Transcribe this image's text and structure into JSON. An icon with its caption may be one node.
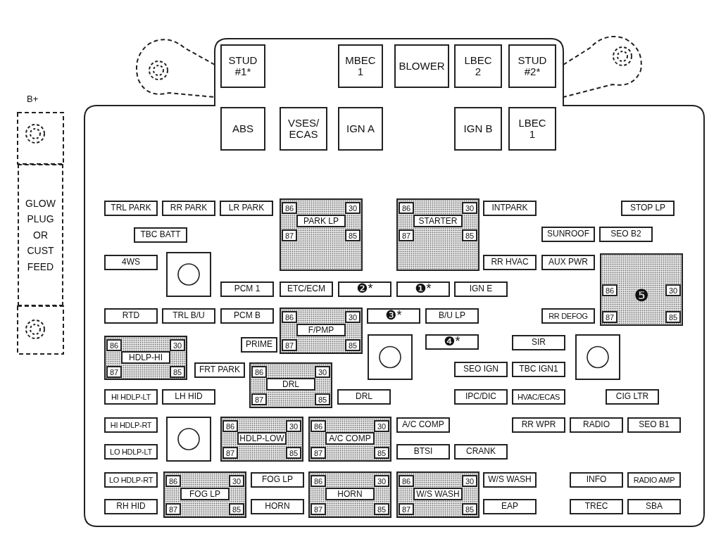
{
  "diagram": {
    "nodes": [
      {
        "text": [
          "STUD #1*"
        ]
      },
      {
        "text": [
          "MBEC 1"
        ]
      },
      {
        "text": [
          "BLOWER"
        ]
      },
      {
        "text": [
          "LBEC 2"
        ]
      },
      {
        "text": [
          "STUD #2*"
        ]
      },
      {
        "text": [
          "ABS"
        ]
      },
      {
        "text": [
          "VSES/ ECAS"
        ]
      },
      {
        "text": [
          "IGN A"
        ]
      },
      {
        "text": [
          "IGN B"
        ]
      },
      {
        "text": [
          "LBEC 1"
        ]
      },
      {
        "text": [
          "GLOW PLUG OR CUST FEED"
        ]
      },
      {
        "text": [
          "TRL PARK"
        ]
      },
      {
        "text": [
          "RR PARK"
        ]
      },
      {
        "text": [
          "LR PARK"
        ]
      },
      {
        "text": [
          "PARK LP"
        ]
      },
      {
        "text": [
          "86"
        ],
        "in": 14
      },
      {
        "text": [
          "30"
        ],
        "in": 14
      },
      {
        "text": [
          "87"
        ],
        "in": 14
      },
      {
        "text": [
          "85"
        ],
        "in": 14
      },
      {
        "text": [
          "STARTER"
        ]
      },
      {
        "text": [
          "86"
        ],
        "in": 19
      },
      {
        "text": [
          "30"
        ],
        "in": 19
      },
      {
        "text": [
          "87"
        ],
        "in": 19
      },
      {
        "text": [
          "85"
        ],
        "in": 19
      },
      {
        "text": [
          "INTPARK"
        ]
      },
      {
        "text": [
          "STOP LP"
        ]
      },
      {
        "text": [
          "TBC BATT"
        ]
      },
      {
        "text": [
          "SUNROOF"
        ]
      },
      {
        "text": [
          "SEO B2"
        ]
      },
      {
        "text": [
          "4WS"
        ]
      },
      {
        "text": [],
        "shape": "box"
      },
      {
        "text": [
          "RR HVAC"
        ]
      },
      {
        "text": [
          "AUX PWR"
        ]
      },
      {
        "text": [
          "❺"
        ]
      },
      {
        "text": [
          "86"
        ],
        "in": 33
      },
      {
        "text": [
          "30"
        ],
        "in": 33
      },
      {
        "text": [
          "87"
        ],
        "in": 33
      },
      {
        "text": [
          "85"
        ],
        "in": 33
      },
      {
        "text": [
          "PCM 1"
        ]
      },
      {
        "text": [
          "ETC/ECM"
        ]
      },
      {
        "text": [
          "❷*"
        ]
      },
      {
        "text": [
          "❶*"
        ]
      },
      {
        "text": [
          "IGN E"
        ]
      },
      {
        "text": [
          "RTD"
        ]
      },
      {
        "text": [
          "TRL B/U"
        ]
      },
      {
        "text": [
          "PCM B"
        ]
      },
      {
        "text": [
          "F/PMP"
        ]
      },
      {
        "text": [
          "86"
        ],
        "in": 46
      },
      {
        "text": [
          "30"
        ],
        "in": 46
      },
      {
        "text": [
          "87"
        ],
        "in": 46
      },
      {
        "text": [
          "85"
        ],
        "in": 46
      },
      {
        "text": [
          "❸*"
        ]
      },
      {
        "text": [
          "B/U LP"
        ]
      },
      {
        "text": [
          "RR DEFOG"
        ]
      },
      {
        "text": [
          "HDLP-HI"
        ]
      },
      {
        "text": [
          "86"
        ],
        "in": 54
      },
      {
        "text": [
          "30"
        ],
        "in": 54
      },
      {
        "text": [
          "87"
        ],
        "in": 54
      },
      {
        "text": [
          "85"
        ],
        "in": 54
      },
      {
        "text": [
          "PRIME"
        ]
      },
      {
        "text": [],
        "shape": "box"
      },
      {
        "text": [
          "❹*"
        ]
      },
      {
        "text": [
          "SIR"
        ]
      },
      {
        "text": [],
        "shape": "box"
      },
      {
        "text": [
          "FRT PARK"
        ]
      },
      {
        "text": [
          "DRL"
        ]
      },
      {
        "text": [
          "86"
        ],
        "in": 65
      },
      {
        "text": [
          "30"
        ],
        "in": 65
      },
      {
        "text": [
          "87"
        ],
        "in": 65
      },
      {
        "text": [
          "85"
        ],
        "in": 65
      },
      {
        "text": [
          "SEO IGN"
        ]
      },
      {
        "text": [
          "TBC IGN1"
        ]
      },
      {
        "text": [
          "HI HDLP-LT"
        ]
      },
      {
        "text": [
          "LH HID"
        ]
      },
      {
        "text": [
          "DRL"
        ]
      },
      {
        "text": [
          "IPC/DIC"
        ]
      },
      {
        "text": [
          "HVAC/ECAS"
        ]
      },
      {
        "text": [
          "CIG LTR"
        ]
      },
      {
        "text": [
          "HI HDLP-RT"
        ]
      },
      {
        "text": [],
        "shape": "box"
      },
      {
        "text": [
          "HDLP-LOW"
        ]
      },
      {
        "text": [
          "86"
        ],
        "in": 80
      },
      {
        "text": [
          "30"
        ],
        "in": 80
      },
      {
        "text": [
          "87"
        ],
        "in": 80
      },
      {
        "text": [
          "85"
        ],
        "in": 80
      },
      {
        "text": [
          "A/C COMP"
        ]
      },
      {
        "text": [
          "86"
        ],
        "in": 85
      },
      {
        "text": [
          "30"
        ],
        "in": 85
      },
      {
        "text": [
          "87"
        ],
        "in": 85
      },
      {
        "text": [
          "85"
        ],
        "in": 85
      },
      {
        "text": [
          "A/C COMP"
        ]
      },
      {
        "text": [
          "RR WPR"
        ]
      },
      {
        "text": [
          "RADIO"
        ]
      },
      {
        "text": [
          "SEO B1"
        ]
      },
      {
        "text": [
          "LO HDLP-LT"
        ]
      },
      {
        "text": [
          "BTSI"
        ]
      },
      {
        "text": [
          "CRANK"
        ]
      },
      {
        "text": [
          "LO HDLP-RT"
        ]
      },
      {
        "text": [
          "FOG LP"
        ]
      },
      {
        "text": [
          "86"
        ],
        "in": 98
      },
      {
        "text": [
          "30"
        ],
        "in": 98
      },
      {
        "text": [
          "87"
        ],
        "in": 98
      },
      {
        "text": [
          "85"
        ],
        "in": 98
      },
      {
        "text": [
          "FOG LP"
        ]
      },
      {
        "text": [
          "HORN"
        ]
      },
      {
        "text": [
          "86"
        ],
        "in": 104
      },
      {
        "text": [
          "30"
        ],
        "in": 104
      },
      {
        "text": [
          "87"
        ],
        "in": 104
      },
      {
        "text": [
          "85"
        ],
        "in": 104
      },
      {
        "text": [
          "W/S WASH"
        ]
      },
      {
        "text": [
          "86"
        ],
        "in": 109
      },
      {
        "text": [
          "30"
        ],
        "in": 109
      },
      {
        "text": [
          "87"
        ],
        "in": 109
      },
      {
        "text": [
          "85"
        ],
        "in": 109
      },
      {
        "text": [
          "W/S WASH"
        ]
      },
      {
        "text": [
          "INFO"
        ]
      },
      {
        "text": [
          "RADIO AMP"
        ]
      },
      {
        "text": [
          "RH HID"
        ]
      },
      {
        "text": [
          "HORN"
        ]
      },
      {
        "text": [
          "EAP"
        ]
      },
      {
        "text": [
          "TREC"
        ]
      },
      {
        "text": [
          "SBA"
        ]
      }
    ],
    "labels": [
      "B+"
    ]
  }
}
